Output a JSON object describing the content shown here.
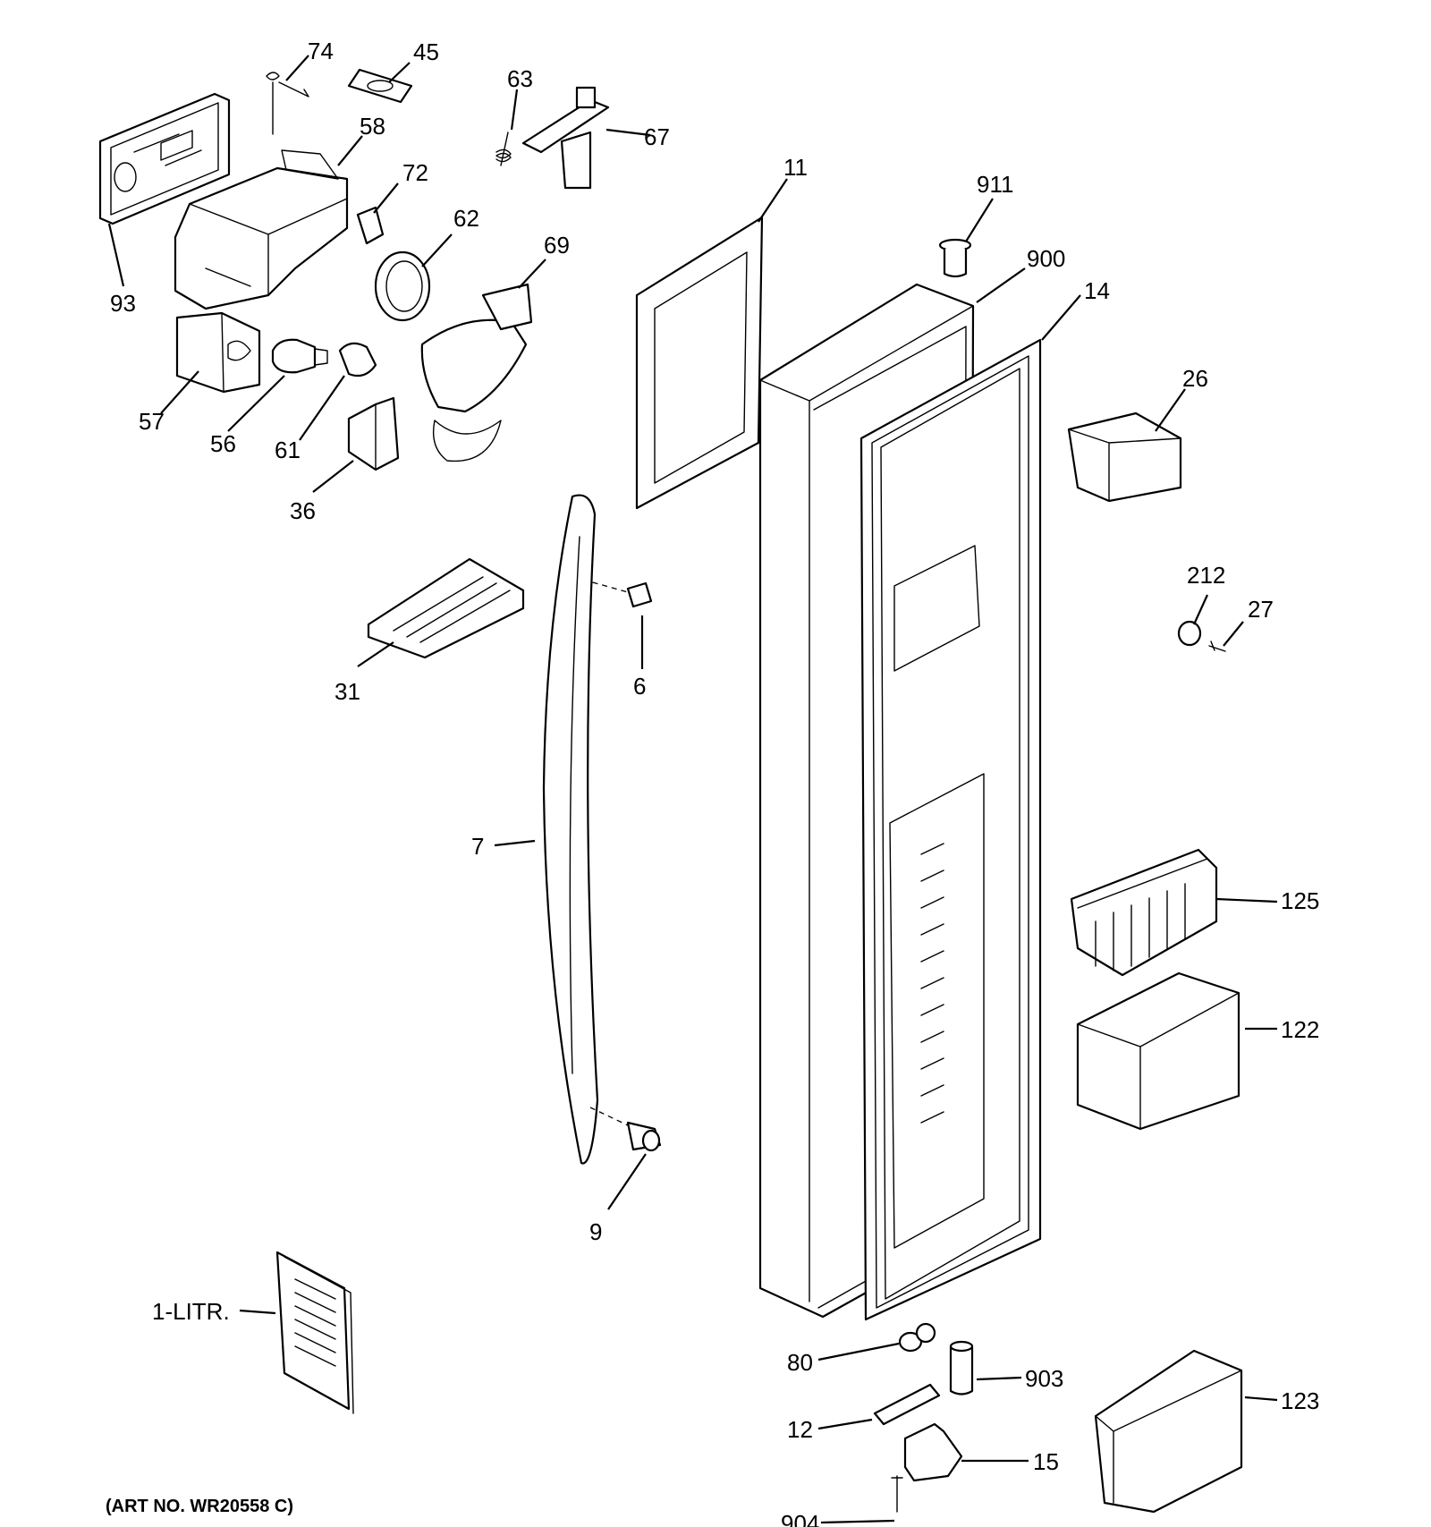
{
  "caption": "(ART NO. WR20558 C)",
  "callouts": {
    "c74": "74",
    "c45": "45",
    "c63": "63",
    "c67": "67",
    "c58": "58",
    "c72": "72",
    "c62": "62",
    "c69": "69",
    "c93": "93",
    "c57": "57",
    "c56": "56",
    "c61": "61",
    "c36": "36",
    "c11": "11",
    "c911": "911",
    "c900": "900",
    "c14": "14",
    "c26": "26",
    "c212": "212",
    "c27": "27",
    "c31": "31",
    "c6": "6",
    "c7": "7",
    "c9": "9",
    "c125": "125",
    "c122": "122",
    "c1litr": "1-LITR.",
    "c80": "80",
    "c903": "903",
    "c12": "12",
    "c15": "15",
    "c904": "904",
    "c123": "123"
  }
}
